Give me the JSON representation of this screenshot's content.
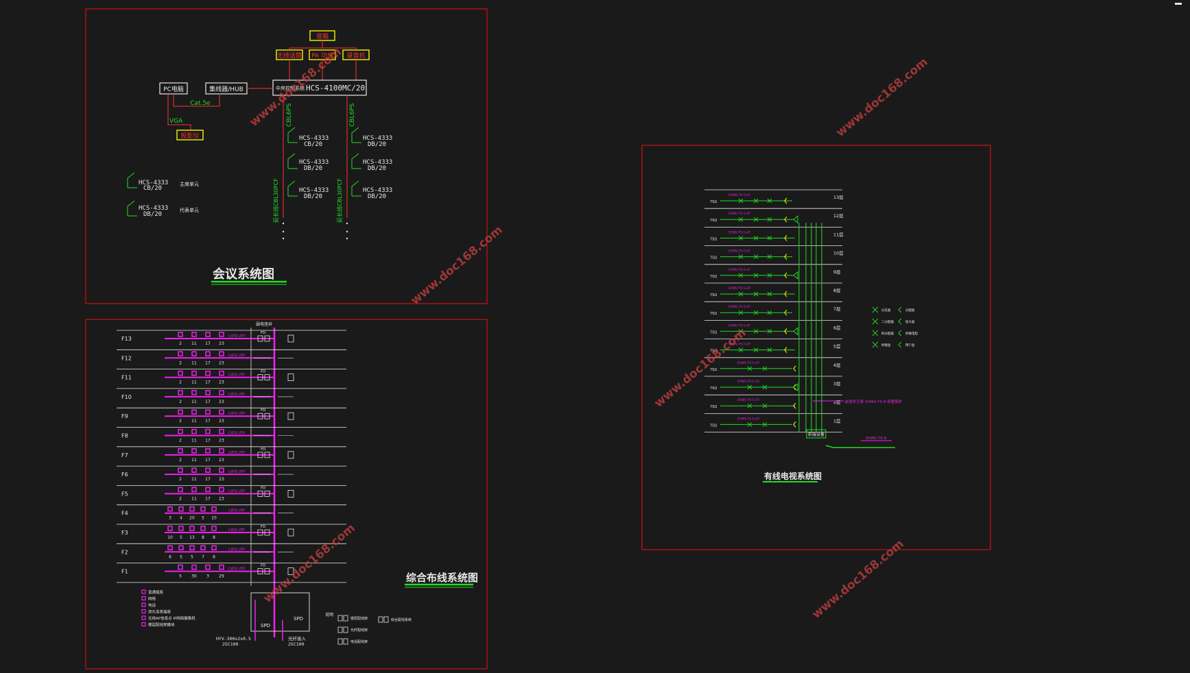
{
  "colors": {
    "background": "#1a1a1a",
    "frame": "#d01010",
    "white": "#e8e8e8",
    "green": "#22dd22",
    "magenta": "#ee22ee",
    "yellow": "#e8e800",
    "red": "#ff3030",
    "watermark": "#d05050"
  },
  "watermark": "www.doc168.com",
  "conference": {
    "title": "会议系统图",
    "top_box": "音箱",
    "row_boxes": [
      "无线话筒",
      "PA 功放",
      "录音机"
    ],
    "pc": "PC电脑",
    "hub": "集线器/HUB",
    "cat": "Cat.5e",
    "vga": "VGA",
    "projector": "投影仪",
    "main_prefix": "中央控制系统",
    "main_model": "HCS-4100MC/20",
    "cable": "CBL6PS",
    "trunk_label": "延长线CBL30PCF",
    "unit_model": "HCS-4333",
    "unit_cb": "CB/20",
    "unit_db": "DB/20",
    "legend": [
      {
        "model": "HCS-4333",
        "sub": "CB/20",
        "desc": "主席单元"
      },
      {
        "model": "HCS-4333",
        "sub": "DB/20",
        "desc": "代表单元"
      }
    ]
  },
  "cabling": {
    "title": "综合布线系统图",
    "header": "弱电竖井",
    "floors": [
      {
        "label": "F13",
        "nums": [
          "2",
          "11",
          "17",
          "23"
        ]
      },
      {
        "label": "F12",
        "nums": [
          "2",
          "11",
          "17",
          "23"
        ]
      },
      {
        "label": "F11",
        "nums": [
          "2",
          "11",
          "17",
          "23"
        ]
      },
      {
        "label": "F10",
        "nums": [
          "2",
          "11",
          "17",
          "23"
        ]
      },
      {
        "label": "F9",
        "nums": [
          "2",
          "11",
          "17",
          "23"
        ]
      },
      {
        "label": "F8",
        "nums": [
          "2",
          "11",
          "17",
          "23"
        ]
      },
      {
        "label": "F7",
        "nums": [
          "2",
          "11",
          "17",
          "23"
        ]
      },
      {
        "label": "F6",
        "nums": [
          "2",
          "11",
          "17",
          "23"
        ]
      },
      {
        "label": "F5",
        "nums": [
          "2",
          "11",
          "17",
          "23"
        ]
      },
      {
        "label": "F4",
        "nums": [
          "3",
          "4",
          "20",
          "5",
          "10"
        ]
      },
      {
        "label": "F3",
        "nums": [
          "10",
          "5",
          "13",
          "8",
          "8"
        ]
      },
      {
        "label": "F2",
        "nums": [
          "6",
          "5",
          "5",
          "7",
          "6"
        ]
      },
      {
        "label": "F1",
        "nums": [
          "5",
          "30",
          "3",
          "29"
        ]
      }
    ],
    "utp": "CAT6 UTP",
    "fd": "FD",
    "hyv": "HYV-300x2x0.5",
    "hyv_sub": "2SC100",
    "ext": "光纤接入",
    "ext_sub": "2SC100",
    "spd": "SPD",
    "legend_left": [
      "普通插座",
      "网络",
      "电话",
      "双孔信息插座",
      "无线AP信息点 IP网络摄像机",
      "楼层配线架模块"
    ],
    "legend_right": [
      "楼层配线架",
      "光纤配线架",
      "电话配线架",
      "综合配线系统"
    ],
    "legend_note": "说明"
  },
  "catv": {
    "title": "有线电视系统图",
    "cable_label": "SYWV-75-5-47",
    "out_label": "75Ω",
    "floors": [
      "13层",
      "12层",
      "11层",
      "10层",
      "9层",
      "8层",
      "7层",
      "6层",
      "5层",
      "4层",
      "3层",
      "2层",
      "1层"
    ],
    "trunk_note": "由室外引来 SYWV-75-9 穿管保护",
    "inlet_label": "SYWV-75-9",
    "amp_box": "前端设备",
    "legend": [
      {
        "a": "分支器",
        "b": "分配器"
      },
      {
        "a": "二分配器",
        "b": "放大器"
      },
      {
        "a": "四分配器",
        "b": "终端电阻"
      },
      {
        "a": "终端盒",
        "b": "用户盒"
      }
    ]
  }
}
